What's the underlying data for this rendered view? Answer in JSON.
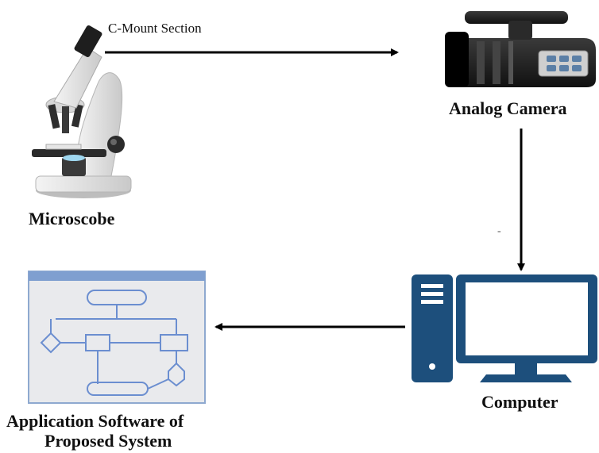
{
  "nodes": {
    "microscope": {
      "label": "Microscobe"
    },
    "camera": {
      "label": "Analog Camera"
    },
    "computer": {
      "label": "Computer"
    },
    "software": {
      "label_line1": "Application Software of",
      "label_line2": "Proposed System"
    }
  },
  "edges": {
    "microscope_to_camera": {
      "label": "C-Mount Section"
    },
    "camera_to_computer": {
      "label": "-"
    },
    "computer_to_software": {
      "label": ""
    }
  },
  "colors": {
    "computer": "#1d4f7c",
    "software_frame": "#8ea9d0",
    "software_titlebar": "#7f9fd0",
    "software_bg": "#e9eaed",
    "flow_stroke": "#6b8ed0",
    "arrow": "#000000"
  },
  "icons": {
    "microscope": "microscope-icon",
    "camera": "video-camera-icon",
    "computer": "desktop-computer-icon",
    "software": "flowchart-window-icon"
  }
}
